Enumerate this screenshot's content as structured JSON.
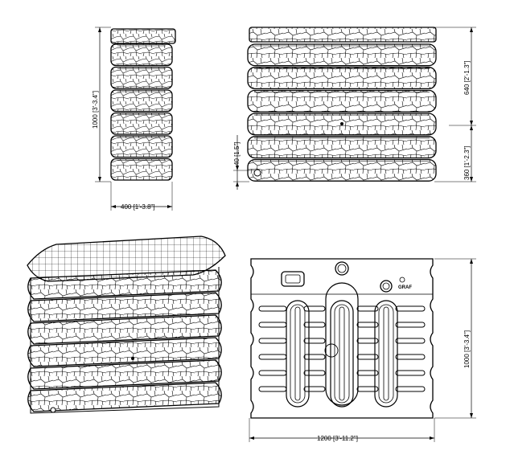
{
  "dimensions": {
    "side_height": "1000 [3'-3.4\"]",
    "side_width": "400 [1'-3.8\"]",
    "front_upper": "640 [2'-1.3\"]",
    "front_lower": "360 [1'-2.3\"]",
    "outlet_height": "40 [1.5\"]",
    "back_height": "1000 [3'-3.4\"]",
    "back_width": "1200 [3'-11.2\"]"
  },
  "logo_text": "GRAF",
  "colors": {
    "line": "#000000",
    "background": "#ffffff"
  }
}
